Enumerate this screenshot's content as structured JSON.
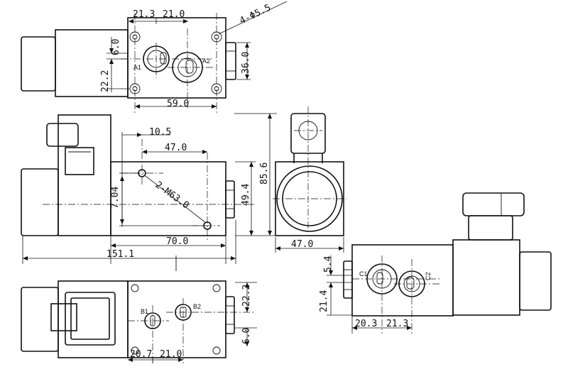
{
  "top_view": {
    "dim_h1": "21.3",
    "dim_h2": "21.0",
    "hole_callout": "4-Φ5.5",
    "dim_v_top": "6.0",
    "dim_v_right": "36.0",
    "dim_v_left": "22.2",
    "dim_bottom": "59.0",
    "port_a1": "A1",
    "port_a2": "A2"
  },
  "front_view": {
    "dim_105": "10.5",
    "dim_470": "47.0",
    "thread_callout": "2-M63.0",
    "dim_left": "7.04",
    "dim_right": "49.4",
    "dim_height": "85.6",
    "dim_bottom": "70.0",
    "dim_overall": "151.1"
  },
  "side_view": {
    "dim_bottom": "47.0"
  },
  "bottom_view": {
    "dim_v_right_top": "22.2",
    "dim_v_right_bottom": "6.0",
    "dim_h1": "20.7",
    "dim_h2": "21.0",
    "port_b1": "B1",
    "port_b2": "B2"
  },
  "right_view": {
    "dim_v_top": "5.4",
    "dim_v_bottom": "21.4",
    "dim_h1": "20.3",
    "dim_h2": "21.3",
    "port_c1": "C1",
    "port_c2": "C2"
  }
}
